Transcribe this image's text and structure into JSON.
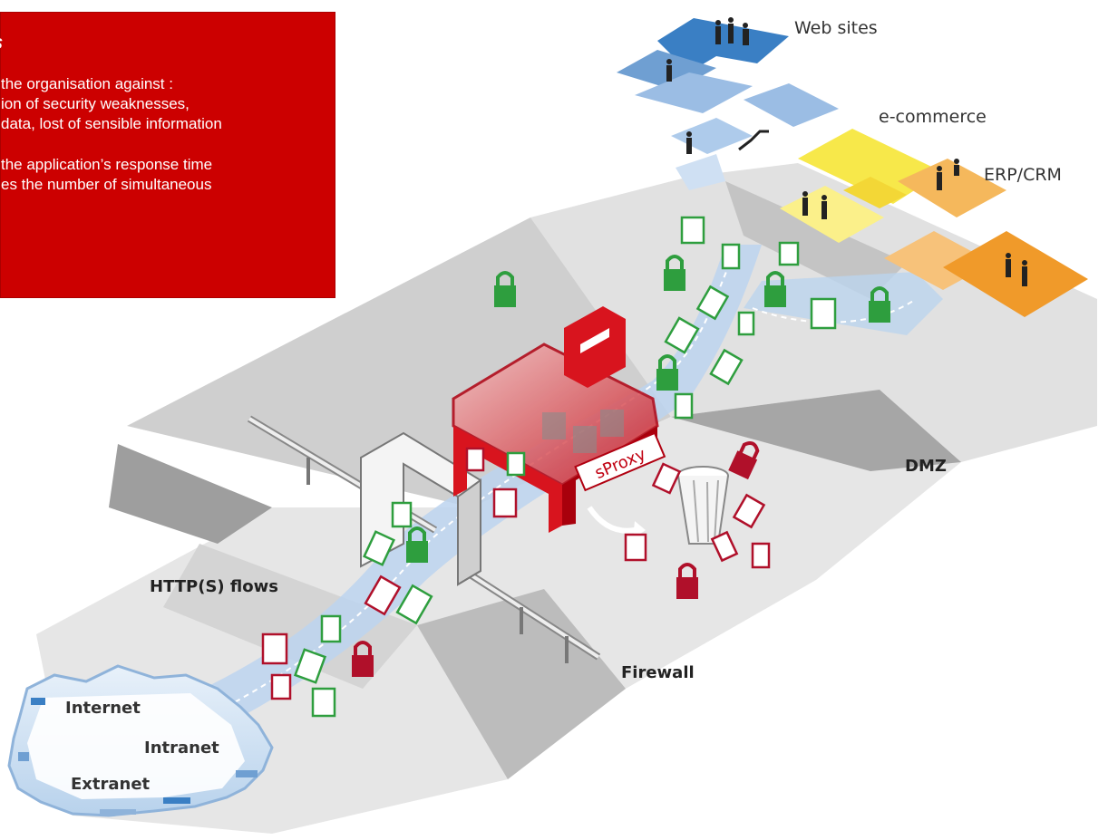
{
  "info_box": {
    "title": "s",
    "lines": [
      "the organisation against :",
      "ion of security weaknesses,",
      "data, lost of sensible information",
      "the application’s response time",
      "es the number of simultaneous"
    ]
  },
  "labels": {
    "web_sites": "Web sites",
    "ecommerce": "e-commerce",
    "erp_crm": "ERP/CRM",
    "dmz": "DMZ",
    "http_flows": "HTTP(S) flows",
    "firewall": "Firewall",
    "sproxy": "sProxy"
  },
  "cloud_labels": {
    "internet": "Internet",
    "intranet": "Intranet",
    "extranet": "Extranet"
  },
  "colors": {
    "brand_red": "#cc0000",
    "web_sites_blue": "#3a7fc4",
    "ecommerce_yellow": "#f7e84a",
    "erp_orange": "#f09a2a",
    "lock_green": "#2e9e3e",
    "lock_red": "#b0102a"
  }
}
